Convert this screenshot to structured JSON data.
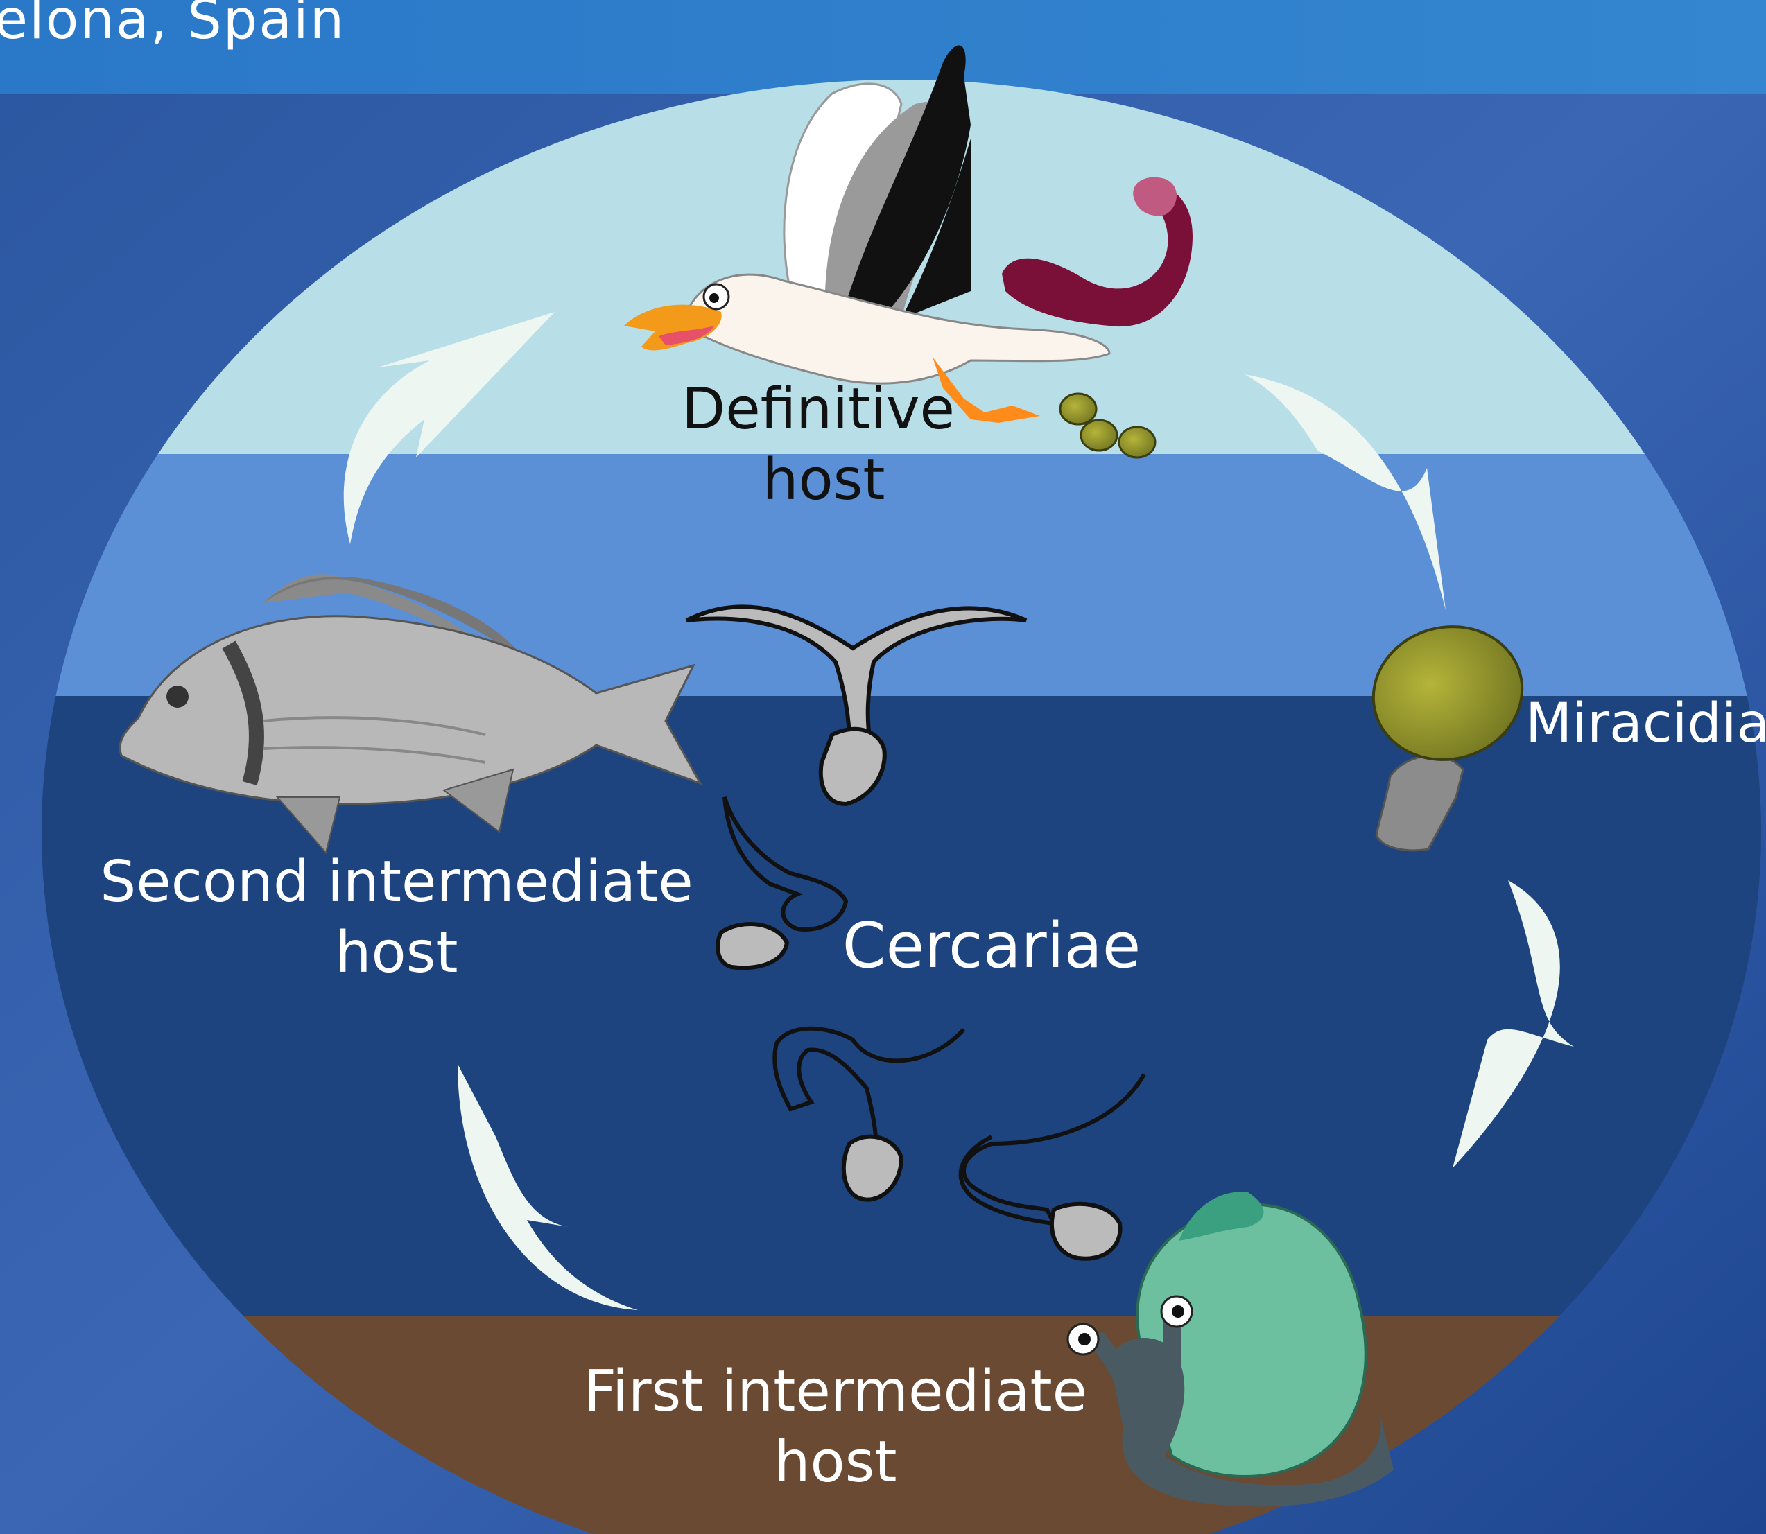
{
  "header": {
    "title_fragment": "elona, Spain"
  },
  "labels": {
    "definitive_line1": "Definitive",
    "definitive_line2": "host",
    "miracidia": "Miracidia",
    "cercariae": "Cercariae",
    "second_line1": "Second intermediate",
    "second_line2": "host",
    "first_line1": "First intermediate",
    "first_line2": "host"
  },
  "colors": {
    "header_blue": "#2e7cc8",
    "background_blue": "#2e5aa8",
    "sky_zone": "#b8dee8",
    "shallow_water": "#5b8fd6",
    "deep_water": "#1d447e",
    "sediment": "#6a4a32",
    "arrow_fill": "#eef6f2",
    "label_dark": "#111111",
    "label_light": "#ffffff"
  }
}
